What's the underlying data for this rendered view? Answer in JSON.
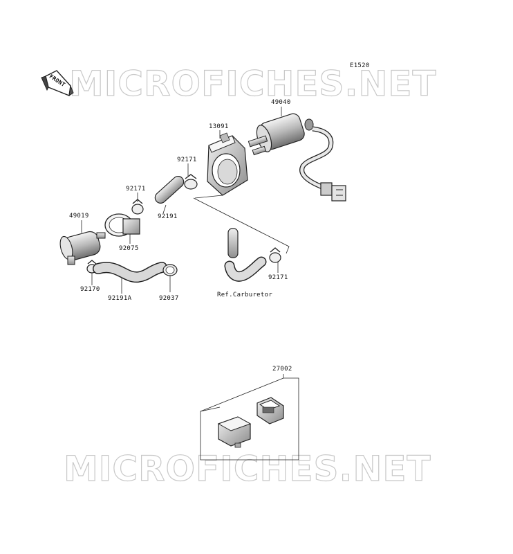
{
  "diagram_code": "E1520",
  "watermark_text": "MICROFICHES.NET",
  "front_label": "FRONT",
  "reference_label": "Ref.Carburetor",
  "parts": {
    "fuel_pump": "49040",
    "bracket": "13091",
    "clamp_upper": "92171",
    "clamp_left": "92171",
    "clamp_right": "92171",
    "hose_short": "92191",
    "hose_long": "92191A",
    "fuel_filter": "49019",
    "filter_holder": "92075",
    "clamp_filter": "92170",
    "clamp_hose": "92037",
    "relay_assy": "27002"
  }
}
